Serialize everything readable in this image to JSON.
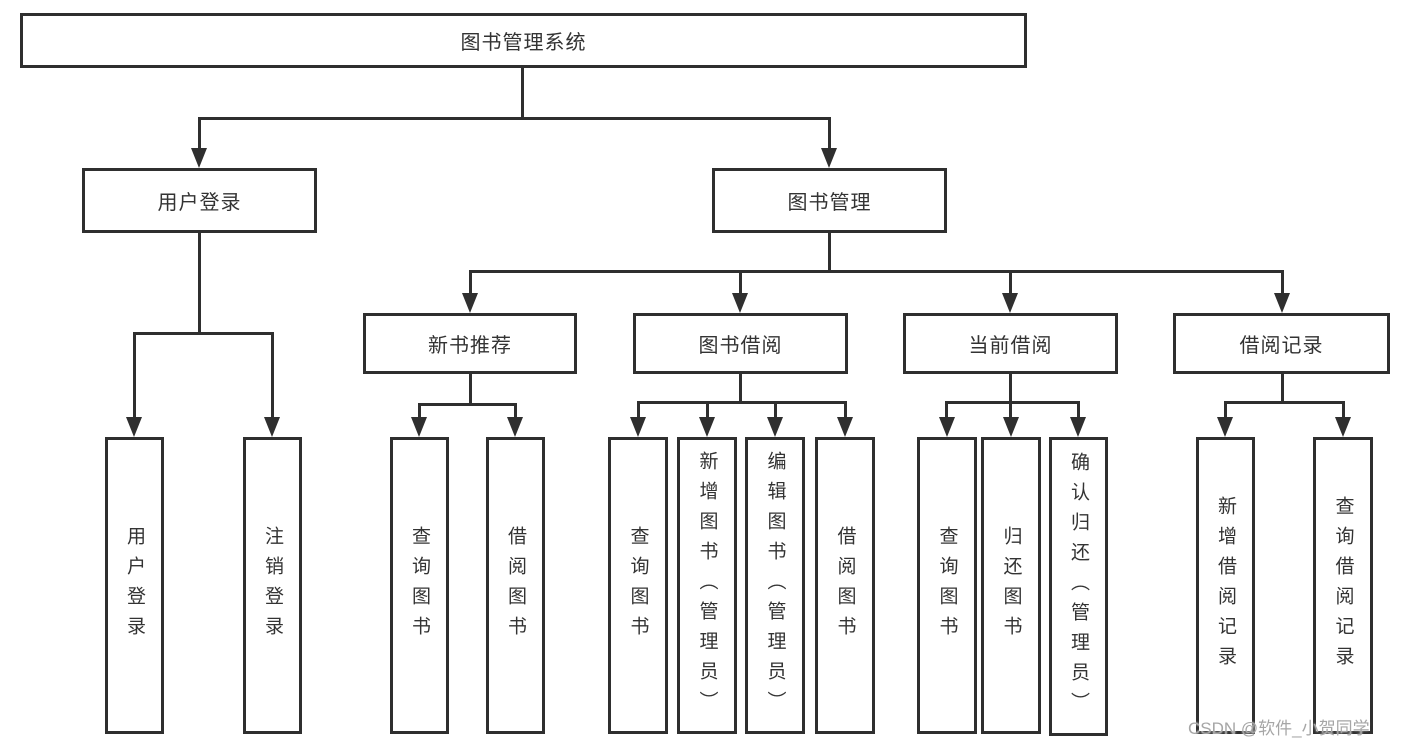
{
  "diagram": {
    "tree": {
      "label": "图书管理系统",
      "children": [
        {
          "label": "用户登录",
          "children": [
            {
              "label": "用户登录"
            },
            {
              "label": "注销登录"
            }
          ]
        },
        {
          "label": "图书管理",
          "children": [
            {
              "label": "新书推荐",
              "children": [
                {
                  "label": "查询图书"
                },
                {
                  "label": "借阅图书"
                }
              ]
            },
            {
              "label": "图书借阅",
              "children": [
                {
                  "label": "查询图书"
                },
                {
                  "label": "新增图书（管理员）"
                },
                {
                  "label": "编辑图书（管理员）"
                },
                {
                  "label": "借阅图书"
                }
              ]
            },
            {
              "label": "当前借阅",
              "children": [
                {
                  "label": "查询图书"
                },
                {
                  "label": "归还图书"
                },
                {
                  "label": "确认归还（管理员）"
                }
              ]
            },
            {
              "label": "借阅记录",
              "children": [
                {
                  "label": "新增借阅记录"
                },
                {
                  "label": "查询借阅记录"
                }
              ]
            }
          ]
        }
      ]
    }
  },
  "watermark": {
    "text": "CSDN @软件_小贺同学"
  },
  "colors": {
    "line": "#2f2f2f",
    "text": "#333333",
    "background": "#ffffff",
    "watermark_text": "#a6a6a6"
  }
}
